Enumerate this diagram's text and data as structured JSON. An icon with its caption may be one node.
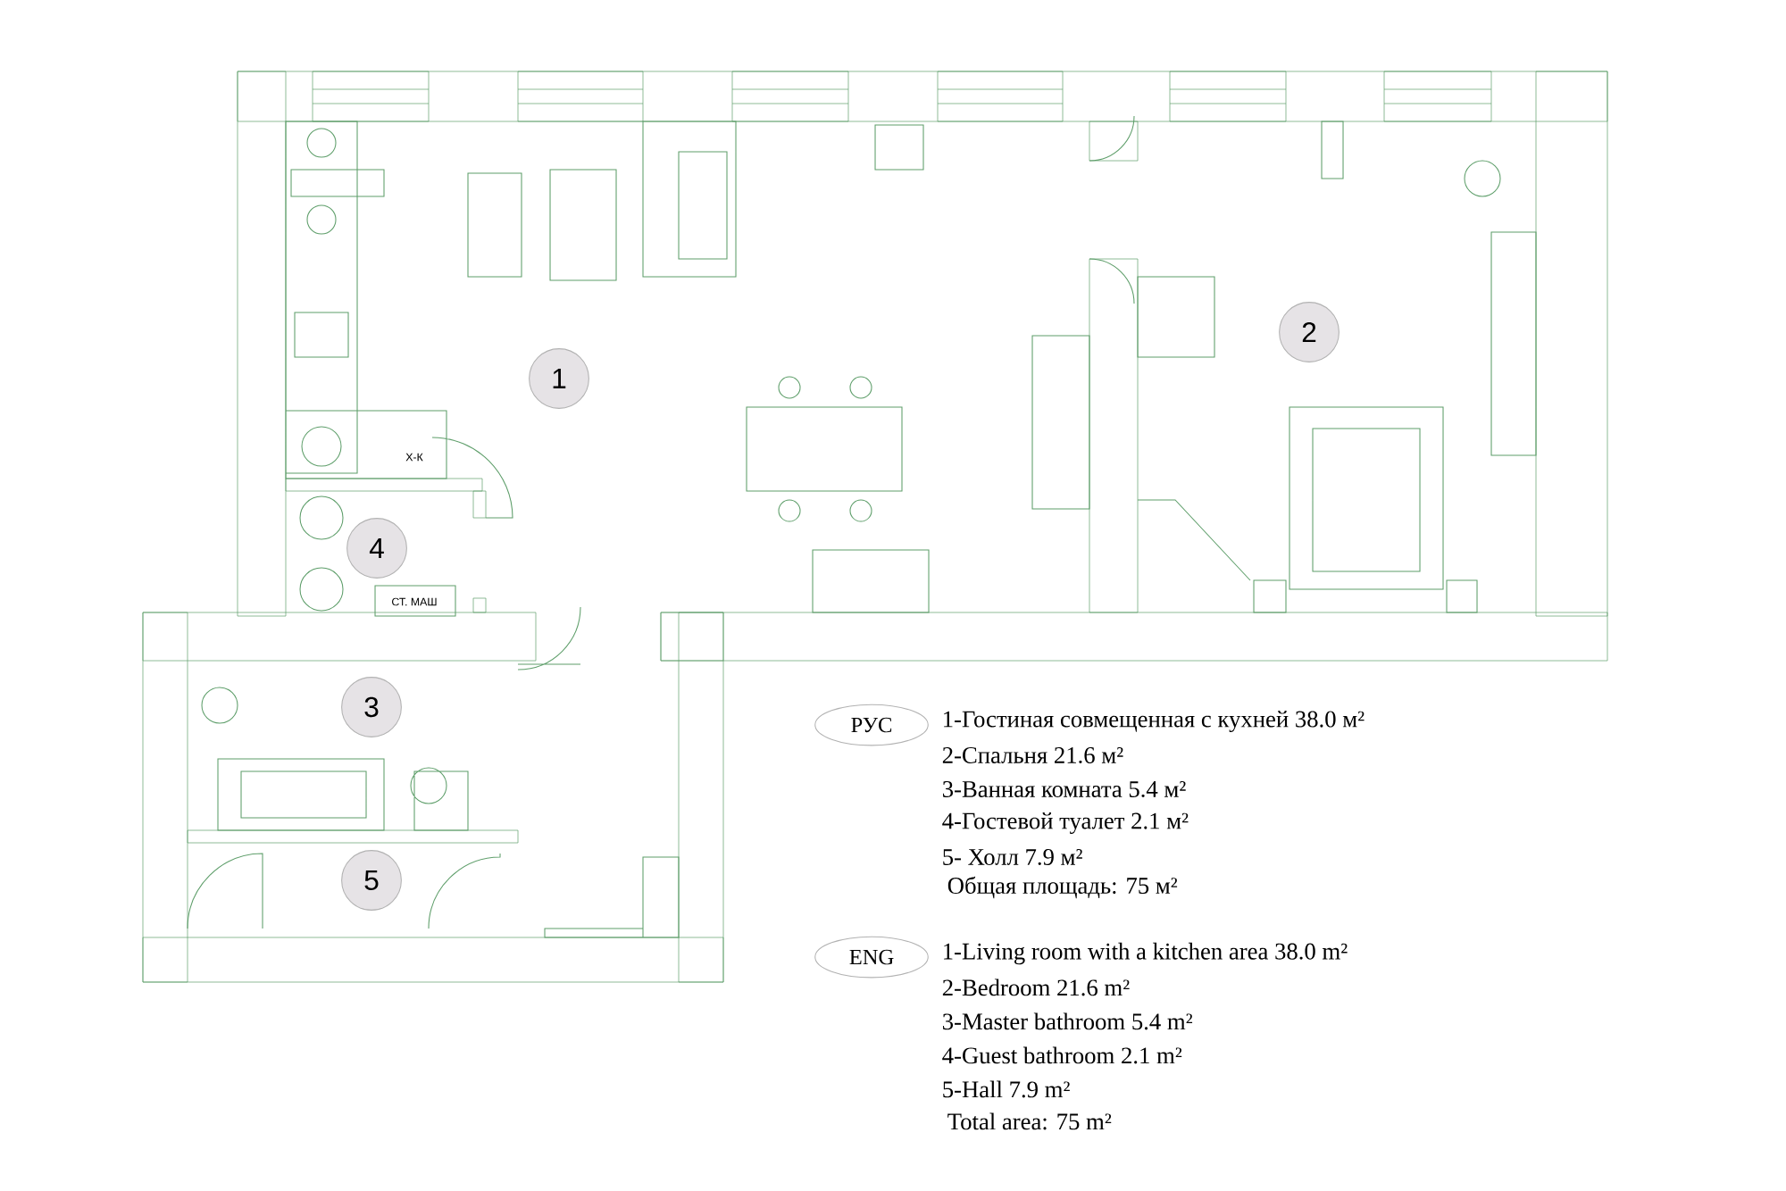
{
  "diagram": {
    "nodes": [
      {
        "text": [
          "1"
        ]
      },
      {
        "text": [
          "2"
        ]
      },
      {
        "text": [
          "3"
        ]
      },
      {
        "text": [
          "4"
        ]
      },
      {
        "text": [
          "5"
        ]
      },
      {
        "text": [
          "РУС"
        ]
      },
      {
        "text": [
          "ENG"
        ]
      }
    ],
    "labels": [
      "Х-К",
      "СТ. МАШ",
      "1-Гостиная совмещенная с кухней 38.0 м²",
      "2-Спальня 21.6 м²",
      "3-Ванная комната 5.4 м²",
      "4-Гостевой туалет 2.1 м²",
      "5- Холл 7.9 м²",
      "Общая площадь: 75 м²",
      "1-Living room with a kitchen area 38.0 m²",
      "2-Bedroom 21.6 m²",
      "3-Master bathroom 5.4 m²",
      "4-Guest bathroom 2.1 m²",
      "5-Hall 7.9 m²",
      "Total area: 75 m²"
    ]
  }
}
